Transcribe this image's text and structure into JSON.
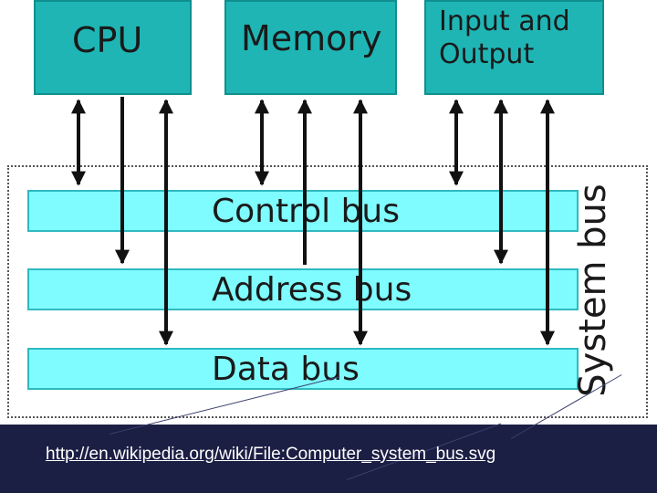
{
  "units": {
    "cpu": "CPU",
    "memory": "Memory",
    "io": "Input and\nOutput"
  },
  "buses": {
    "control": "Control bus",
    "address": "Address bus",
    "data": "Data bus"
  },
  "system_bus_label": "System bus",
  "footer": {
    "source_link": "http://en.wikipedia.org/wiki/File:Computer_system_bus.svg"
  },
  "colors": {
    "unit_fill": "#1fb5b5",
    "bus_fill": "#7ffcff",
    "footer_bg": "#1c1f44"
  }
}
